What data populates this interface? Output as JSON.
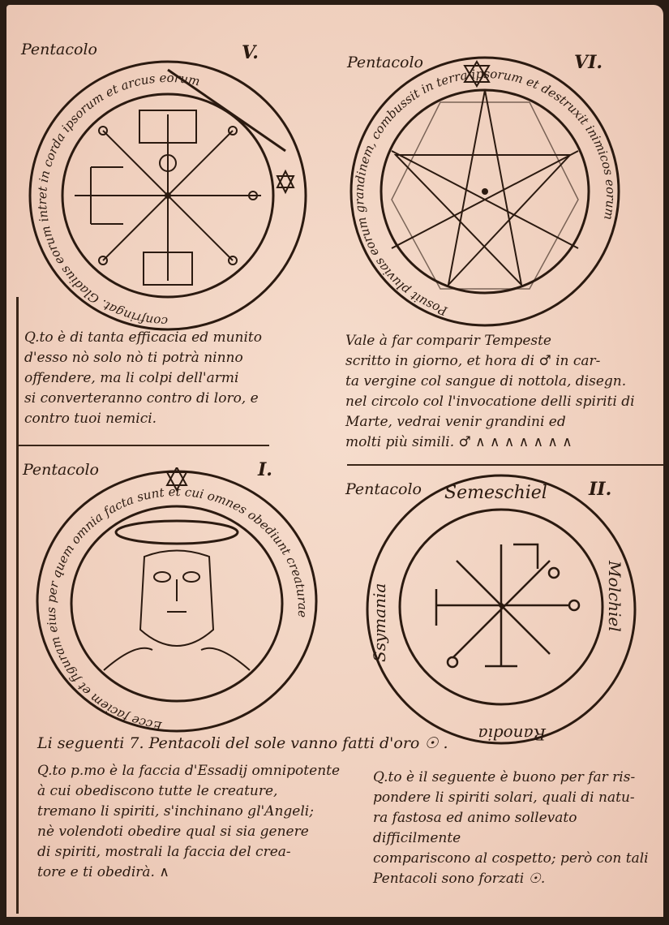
{
  "pentacles": [
    {
      "id": "V",
      "label": "Pentacolo",
      "number": "V.",
      "rim_text": "confringat. Gladius eorum intret in corda ipsorum et arcus eorum",
      "description": "Q.to è di tanta efficacia ed munito\nd'esso nò solo nò ti potrà ninno\noffendere, ma li colpi dell'armi\nsi converteranno contro di loro, e\ncontro tuoi nemici."
    },
    {
      "id": "VI",
      "label": "Pentacolo",
      "number": "VI.",
      "rim_text": "Posuit pluvias eorum grandinem, combussit in terra ipsorum et destruxit inimicos eorum",
      "description": "Vale à far comparir Tempeste\nscritto in giorno, et hora di ♂ in car-\nta vergine col sangue di nottola, disegn.\nnel circolo col l'invocatione delli spiriti di\nMarte, vedrai venir grandini ed\nmolti più simili. ♂  ∧ ∧ ∧ ∧ ∧ ∧ ∧"
    },
    {
      "id": "I",
      "label": "Pentacolo",
      "number": "I.",
      "rim_text": "Ecce faciem et figuram eius per quem omnia facta sunt et cui omnes obediunt creaturae",
      "description": "Q.to p.mo è la faccia d'Essadij omnipotente\nà cui obediscono tutte le creature,\ntremano li spiriti, s'inchinano gl'Angeli;\nnè volendoti obedire qual si sia genere\ndi spiriti, mostrali la faccia del crea-\ntore e ti obedirà. ∧"
    },
    {
      "id": "II",
      "label": "Pentacolo",
      "number": "II.",
      "names": [
        "Semeschiel",
        "Molchiel",
        "Ranodia",
        "Ssymania"
      ],
      "description": "Q.to è il seguente è buono per far ris-\npondere li spiriti solari, quali di natu-\nra fastosa ed animo sollevato difficilmente\ncompariscono al cospetto; però con tali\nPentacoli sono forzati ☉."
    }
  ],
  "caption": "Li seguenti 7. Pentacoli del sole vanno fatti d'oro ☉ .",
  "colors": {
    "paper": "#f2d3c2",
    "ink": "#2b1a10",
    "frame": "#2a1d14"
  }
}
